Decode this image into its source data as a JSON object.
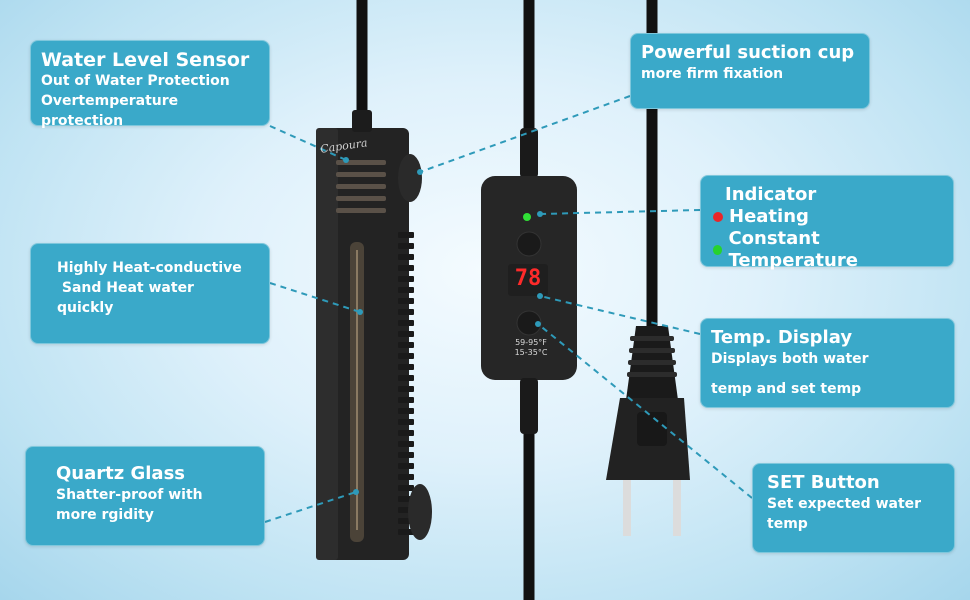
{
  "brand": "Capoura",
  "callouts": {
    "water_level": {
      "title": "Water Level Sensor",
      "line1": "Out of Water Protection",
      "line2": "Overtemperature protection"
    },
    "sand": {
      "line1": "Highly Heat-conductive",
      "line2": " Sand Heat water",
      "line3": "quickly"
    },
    "quartz": {
      "title": "Quartz Glass",
      "line1": "Shatter-proof with",
      "line2": "more rgidity"
    },
    "suction": {
      "title": "Powerful suction cup",
      "line1": "more firm fixation"
    },
    "indicator": {
      "title": "Indicator",
      "heating": "Heating",
      "constant": "Constant Temperature"
    },
    "display": {
      "title": "Temp. Display",
      "line1": "Displays both water",
      "line2": "temp and set temp"
    },
    "set_button": {
      "title": "SET Button",
      "line1": "Set expected water",
      "line2": "temp"
    }
  },
  "controller": {
    "readout": "78",
    "range_f": "59-95°F",
    "range_c": "15-35°C"
  },
  "colors": {
    "callout_bg": "#3aa9c9",
    "leader": "#2e9ab9",
    "heating_dot": "#e8262a",
    "constant_dot": "#27d22e"
  }
}
